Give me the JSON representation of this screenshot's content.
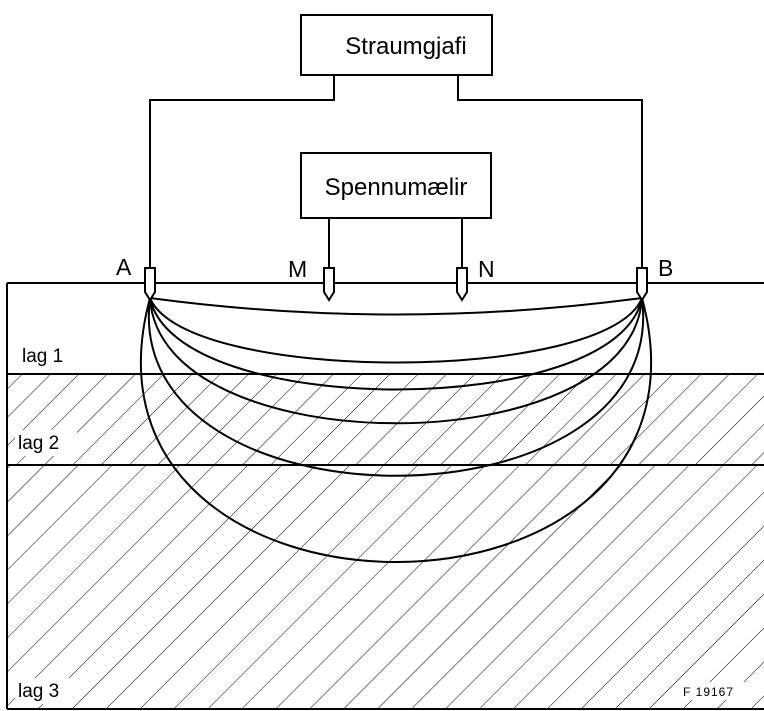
{
  "current_source": {
    "label": "Straumgjafi"
  },
  "voltmeter": {
    "label": "Spennumælir"
  },
  "electrodes": {
    "a": "A",
    "m": "M",
    "n": "N",
    "b": "B"
  },
  "layers": {
    "layer_1": "lag 1",
    "layer_2": "lag 2",
    "layer_3": "lag 3"
  },
  "figure_id": "F 19167",
  "colors": {
    "ink": "#000000",
    "background": "#ffffff"
  }
}
